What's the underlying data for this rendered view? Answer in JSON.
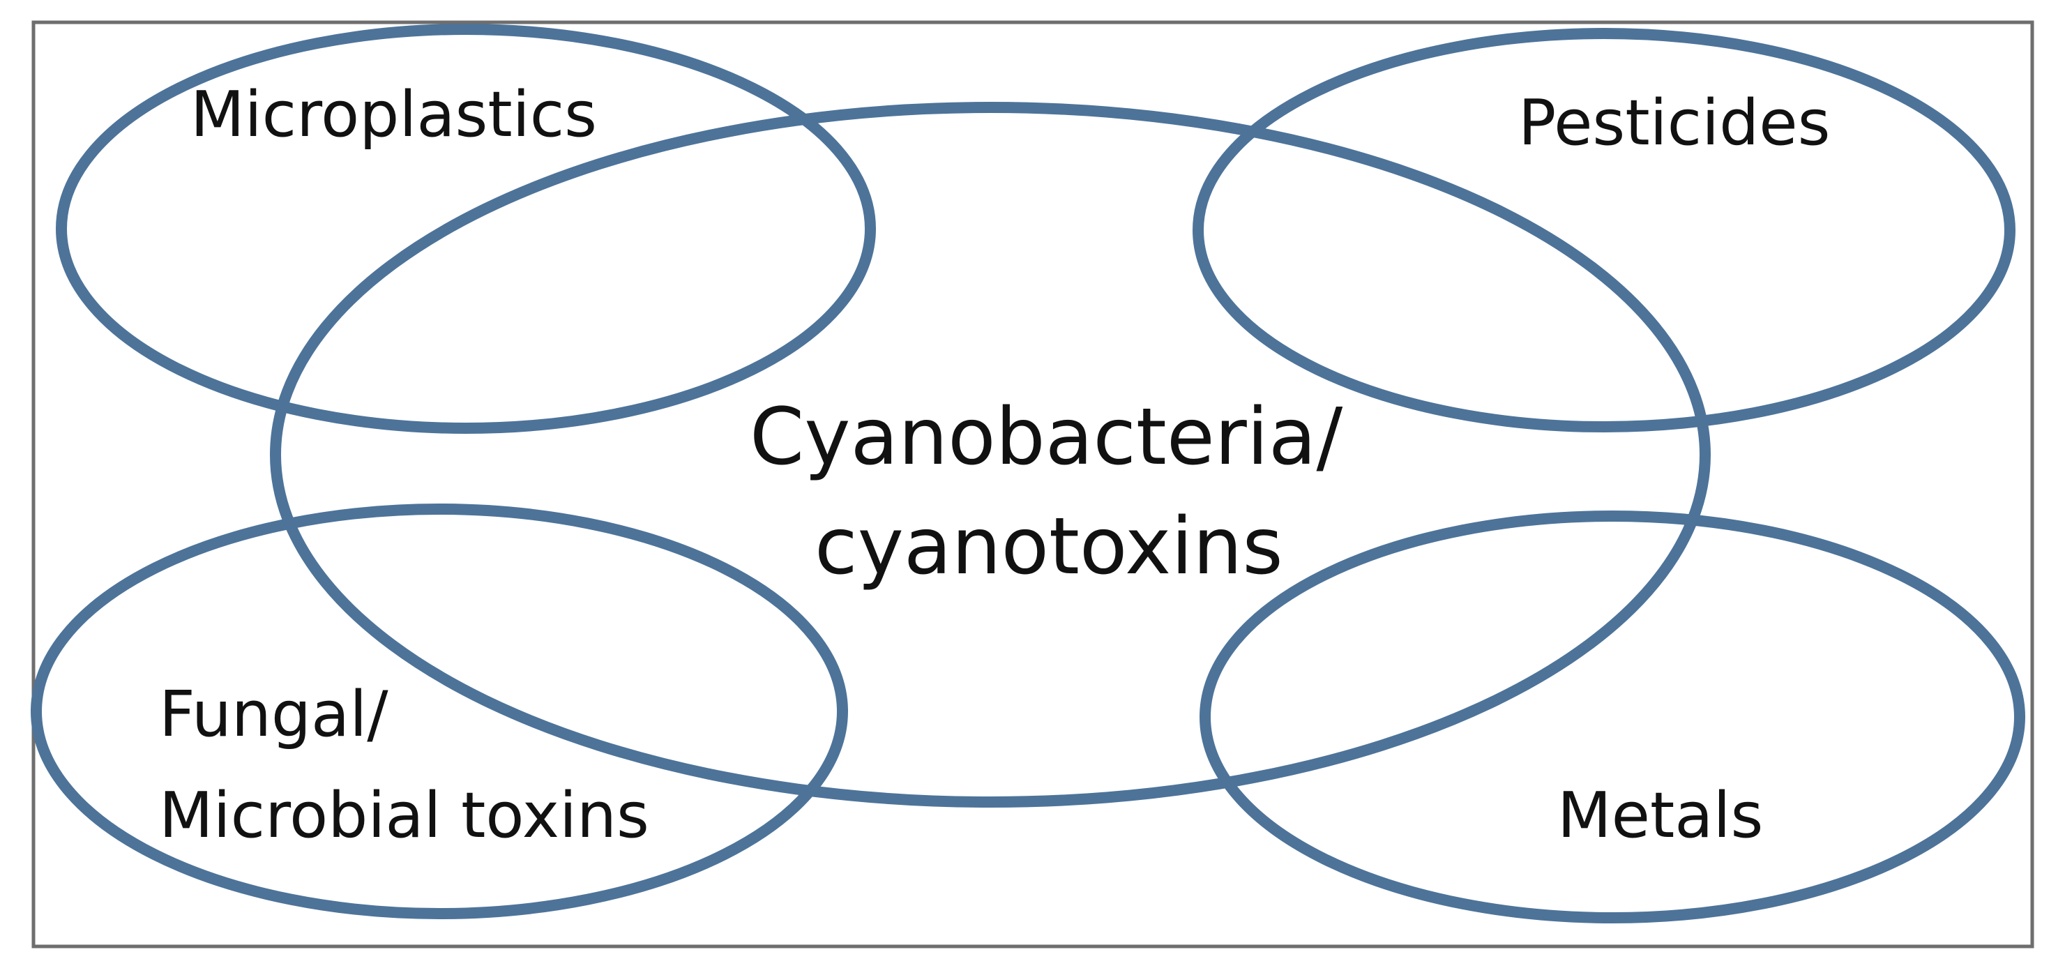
{
  "colors": {
    "ellipse_stroke": "#4d7399",
    "text": "#111111",
    "background": "#ffffff"
  },
  "center": {
    "line1": "Cyanobacteria/",
    "line2": "cyanotoxins"
  },
  "microplastics": {
    "label": "Microplastics"
  },
  "pesticides": {
    "label": "Pesticides"
  },
  "fungal": {
    "line1": "Fungal/",
    "line2": "Microbial toxins"
  },
  "metals": {
    "label": "Metals"
  }
}
